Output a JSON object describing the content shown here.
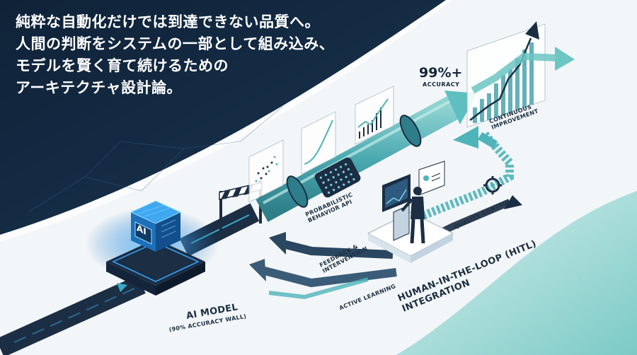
{
  "headline": {
    "line1": "純粋な自動化だけでは到達できない品質へ。",
    "line2": "人間の判断をシステムの一部として組み込み、",
    "line3": "モデルを賢く育て続けるための",
    "line4": "アーキテクチャ設計論。"
  },
  "labels": {
    "accuracy_value": "99%+",
    "accuracy_caption": "ACCURACY",
    "continuous": "CONTINUOUS",
    "improvement": "IMPROVEMENT",
    "probabilistic": "PROBABILISTIC",
    "behavior_api": "BEHAVIOR API",
    "feedback": "FEEDBACK &",
    "intervention": "INTERVENTION",
    "quality_control": "QUALITY CONTROL",
    "hitl_line1": "HUMAN-IN-THE-LOOP (HITL)",
    "hitl_line2": "INTEGRATION",
    "active_learning": "ACTIVE LEARNING",
    "ai_model": "AI MODEL",
    "ai_model_sub": "(90% ACCURACY WALL)",
    "cube_text": "AI"
  },
  "colors": {
    "navy": "#0f2238",
    "teal": "#4fb4b9",
    "teal_light": "#9fd9d6",
    "dark_pipe": "#1b2e44",
    "glow": "#39a8ff"
  }
}
